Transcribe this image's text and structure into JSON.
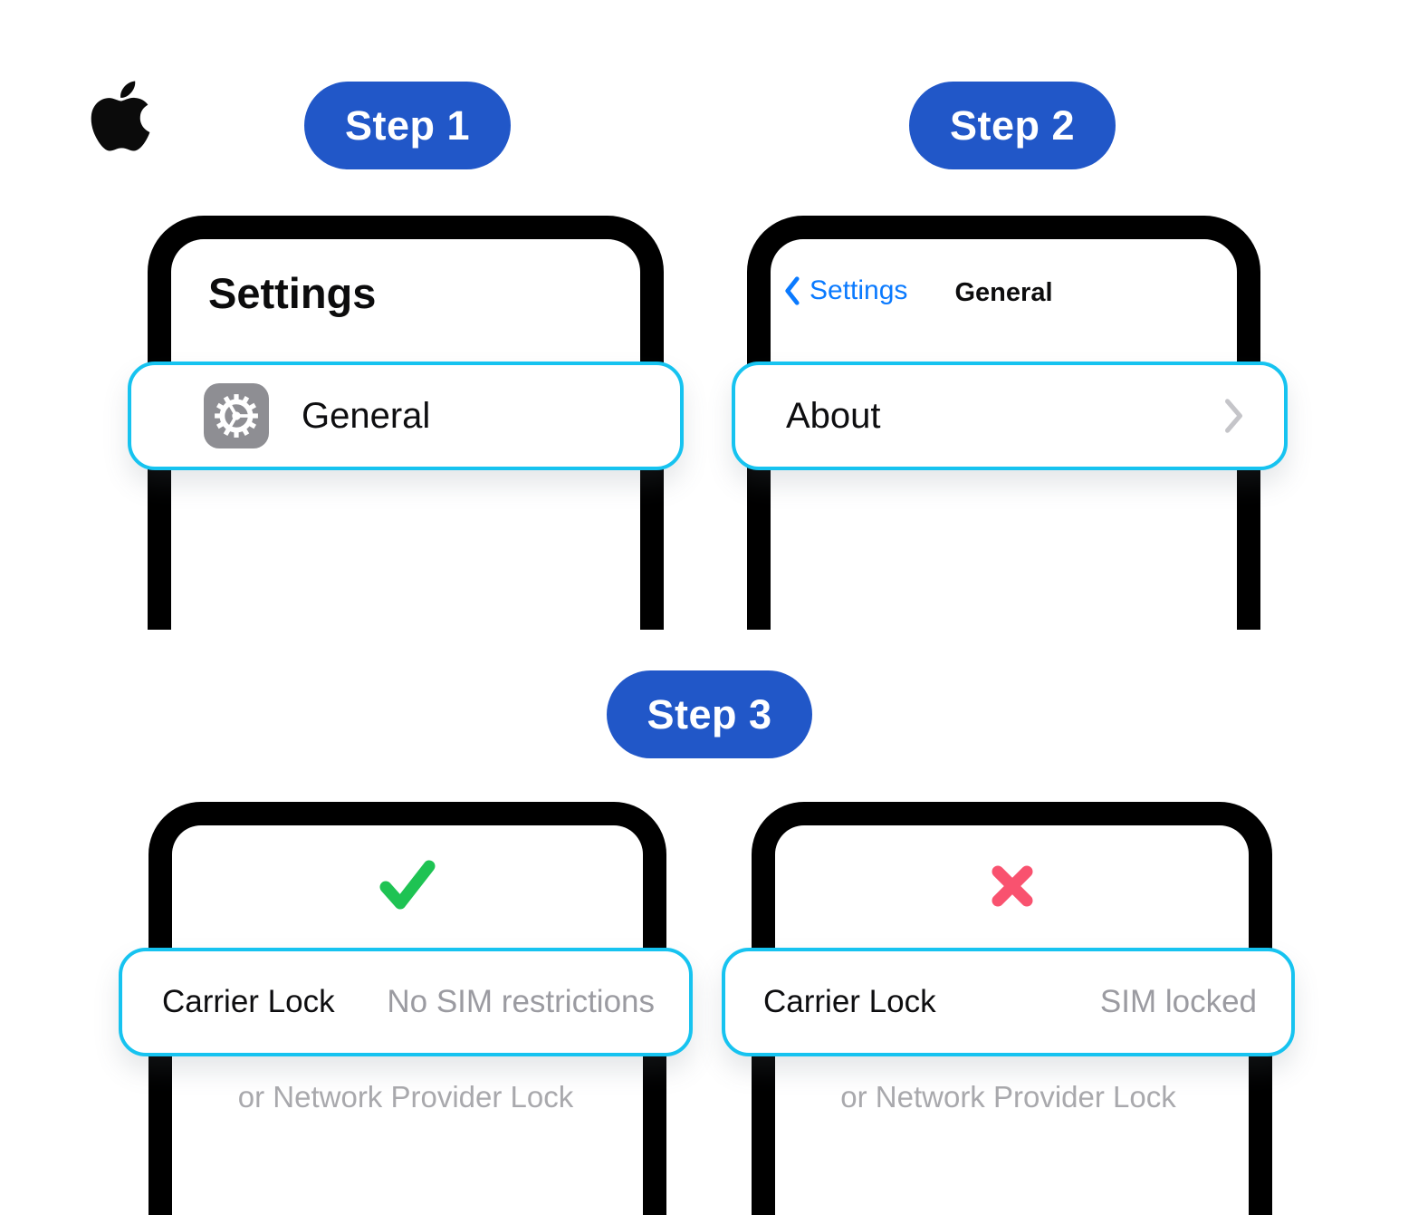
{
  "colors": {
    "badge_blue": "#2157c8",
    "ios_link_blue": "#0a7aff",
    "highlight_cyan": "#16c3f0",
    "success_green": "#1ec353",
    "error_pink": "#f9526f",
    "gear_tile_gray": "#8e8e93",
    "muted_value_gray": "#9b9ba1",
    "caption_gray": "#a9a9ad",
    "frame_black": "#000000"
  },
  "steps": [
    {
      "label": "Step 1"
    },
    {
      "label": "Step 2"
    },
    {
      "label": "Step 3"
    }
  ],
  "phone_step1": {
    "title": "Settings",
    "row": {
      "icon": "settings-gear-icon",
      "label": "General"
    }
  },
  "phone_step2": {
    "back_label": "Settings",
    "title": "General",
    "row": {
      "label": "About",
      "icon": "chevron-right-icon"
    }
  },
  "phone_step3_unlocked": {
    "status_icon": "check-icon",
    "row": {
      "label": "Carrier Lock",
      "value": "No SIM restrictions"
    },
    "caption": "or Network Provider Lock"
  },
  "phone_step3_locked": {
    "status_icon": "cross-icon",
    "row": {
      "label": "Carrier Lock",
      "value": "SIM locked"
    },
    "caption": "or Network Provider Lock"
  }
}
